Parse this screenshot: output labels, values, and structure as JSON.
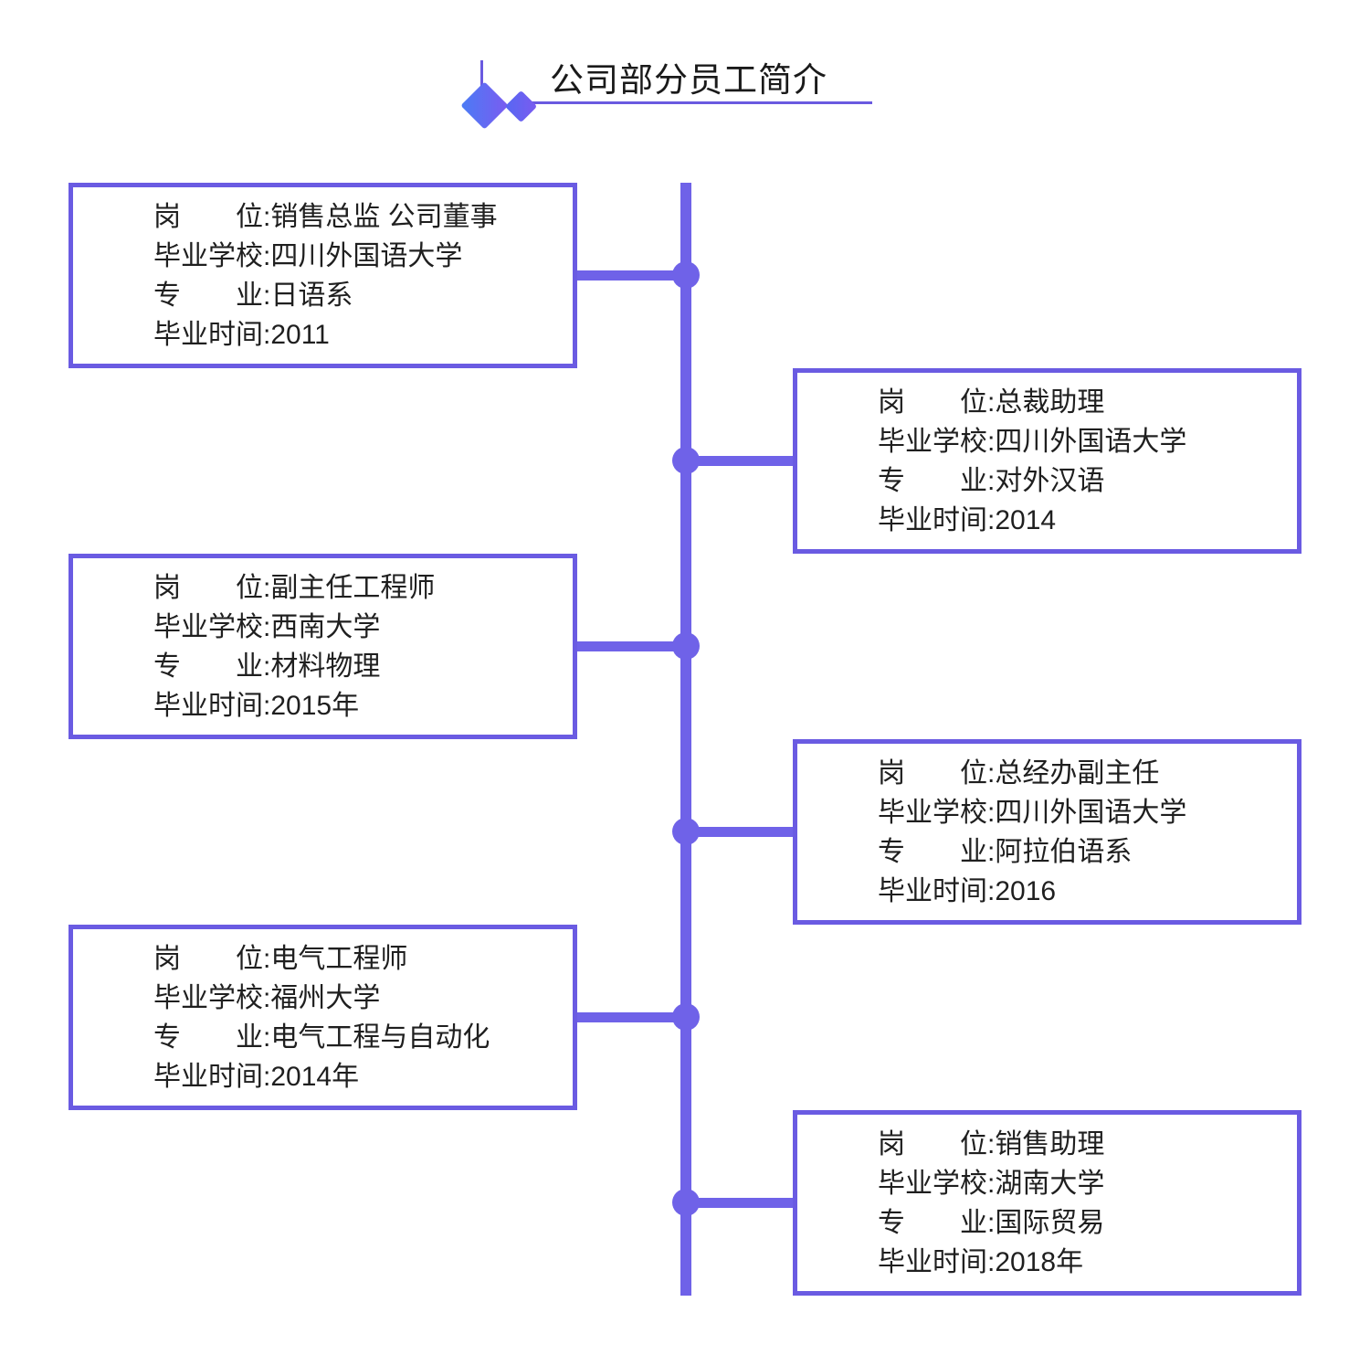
{
  "header": {
    "title": "公司部分员工简介"
  },
  "field_labels": {
    "position": "岗　　位",
    "school": "毕业学校",
    "major": "专　　业",
    "time": "毕业时间",
    "colon": ":"
  },
  "employees": [
    {
      "side": "left",
      "position": "销售总监 公司董事",
      "school": "四川外国语大学",
      "major": "日语系",
      "time": "2011"
    },
    {
      "side": "right",
      "position": "总裁助理",
      "school": "四川外国语大学",
      "major": "对外汉语",
      "time": "2014"
    },
    {
      "side": "left",
      "position": "副主任工程师",
      "school": "西南大学",
      "major": "材料物理",
      "time": "2015年"
    },
    {
      "side": "right",
      "position": "总经办副主任",
      "school": "四川外国语大学",
      "major": "阿拉伯语系",
      "time": "2016"
    },
    {
      "side": "left",
      "position": "电气工程师",
      "school": "福州大学",
      "major": "电气工程与自动化",
      "time": "2014年"
    },
    {
      "side": "right",
      "position": "销售助理",
      "school": "湖南大学",
      "major": "国际贸易",
      "time": "2018年"
    }
  ],
  "colors": {
    "timeline": "#6f62e8",
    "box_border": "#6a5be2",
    "title_text": "#1a1a1a",
    "body_text": "#1f1f1f",
    "header_rule": "#6a5ae0",
    "diamond_blue": "#4a7cf5",
    "diamond_purple": "#7b5bf0"
  }
}
